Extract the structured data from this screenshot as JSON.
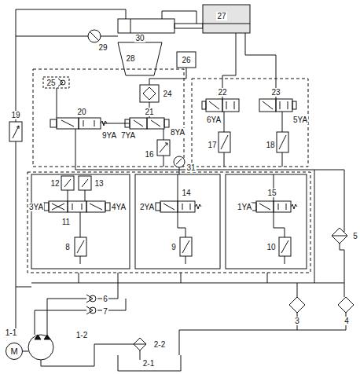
{
  "diagram": {
    "nodes": [
      {
        "text": [
          "M"
        ]
      }
    ],
    "labels": [
      "30",
      "27",
      "29",
      "28",
      "26",
      "25",
      "24",
      "21",
      "22",
      "23",
      "6YA",
      "5YA",
      "17",
      "18",
      "19",
      "20",
      "9YA",
      "7YA",
      "8YA",
      "16",
      "12",
      "13",
      "31",
      "3YA",
      "11",
      "4YA",
      "2YA",
      "14",
      "1YA",
      "15",
      "8",
      "9",
      "10",
      "5",
      "6",
      "7",
      "3",
      "4",
      "1-1",
      "1-2",
      "2-2",
      "2-1"
    ]
  }
}
